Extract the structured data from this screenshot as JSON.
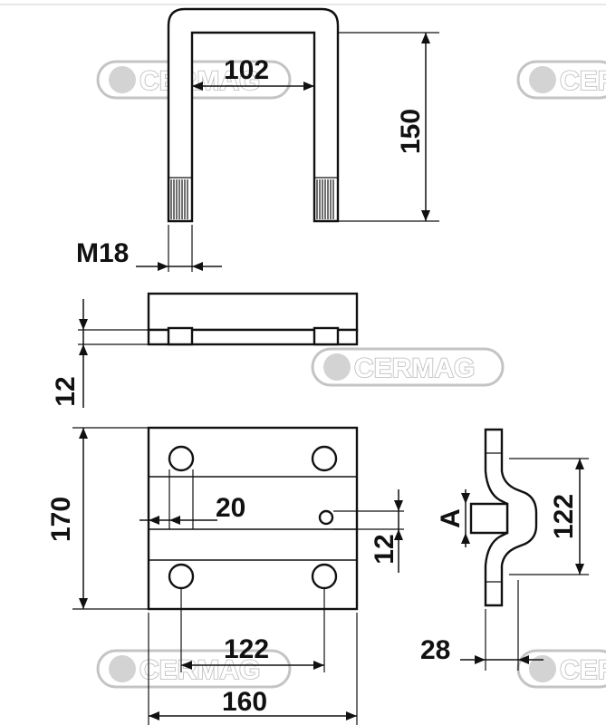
{
  "watermark": {
    "brand": "CERMAG"
  },
  "dimensions": {
    "u_bolt_inner_width": "102",
    "u_bolt_height": "150",
    "thread": "M18",
    "plate_thickness": "12",
    "plate_height": "170",
    "hole_offset": "20",
    "small_hole_offset": "12",
    "hole_spacing": "122",
    "plate_width": "160",
    "side_height": "122",
    "side_depth": "28",
    "side_variable": "A"
  }
}
